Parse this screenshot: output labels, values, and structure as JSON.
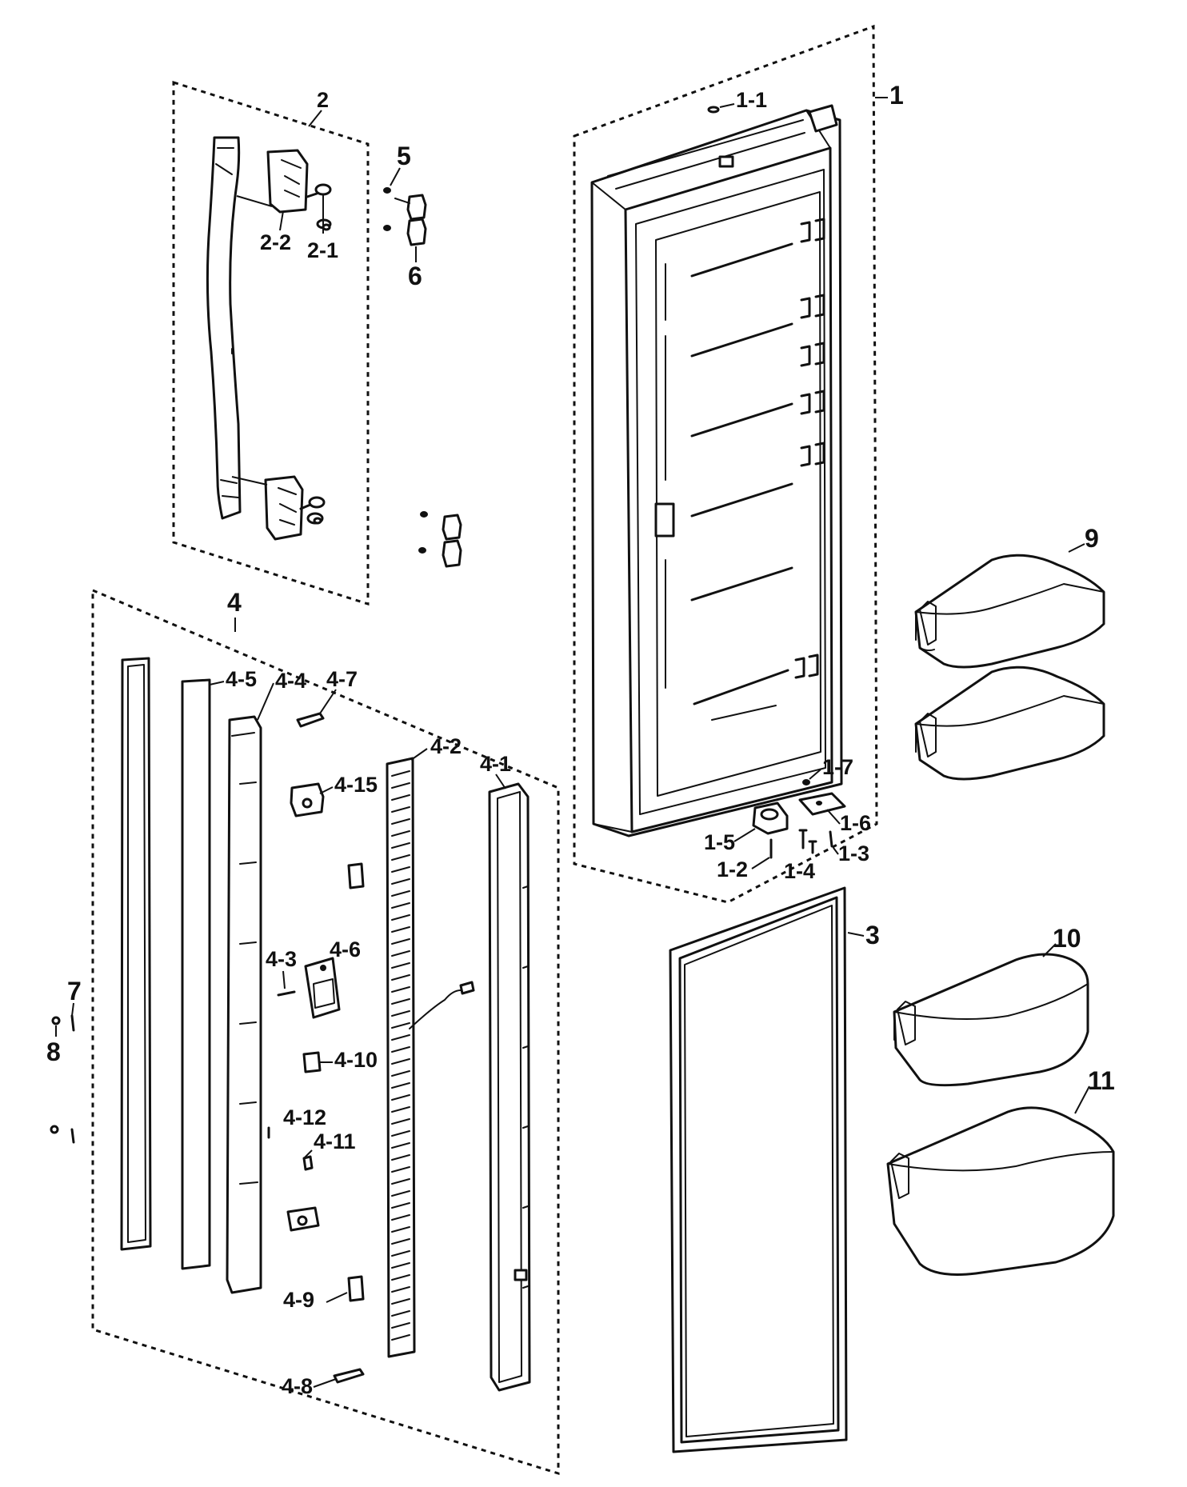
{
  "groups": {
    "handle_assy": "2",
    "door_assy": "1",
    "door_case_assy": "4"
  },
  "labels": {
    "l1": "1",
    "l1_1": "1-1",
    "l1_2": "1-2",
    "l1_3": "1-3",
    "l1_4": "1-4",
    "l1_5": "1-5",
    "l1_6": "1-6",
    "l1_7": "1-7",
    "l2": "2",
    "l2_1": "2-1",
    "l2_2": "2-2",
    "l3": "3",
    "l4": "4",
    "l4_1": "4-1",
    "l4_2": "4-2",
    "l4_3": "4-3",
    "l4_4": "4-4",
    "l4_5": "4-5",
    "l4_6": "4-6",
    "l4_7": "4-7",
    "l4_8": "4-8",
    "l4_9": "4-9",
    "l4_10": "4-10",
    "l4_11": "4-11",
    "l4_12": "4-12",
    "l4_15": "4-15",
    "l5": "5",
    "l6": "6",
    "l7": "7",
    "l8": "8",
    "l9": "9",
    "l10": "10",
    "l11": "11"
  }
}
